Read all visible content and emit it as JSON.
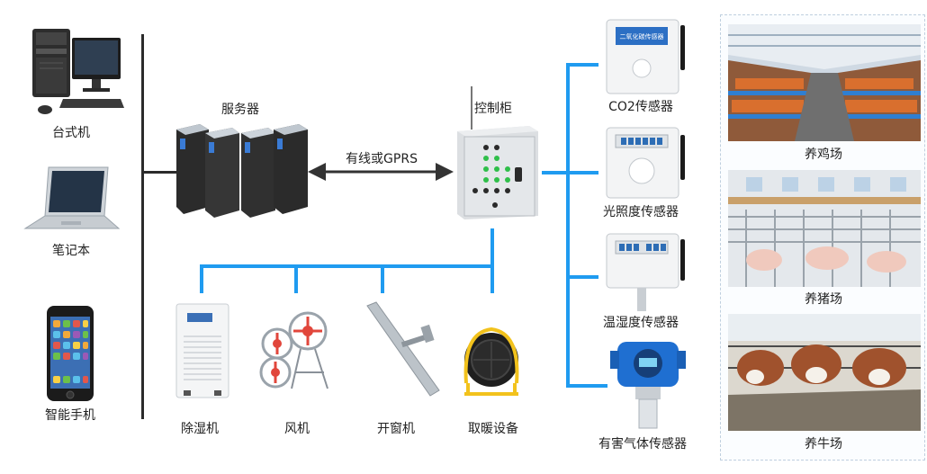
{
  "devices_left": {
    "desktop": "台式机",
    "laptop": "笔记本",
    "phone": "智能手机"
  },
  "server": "服务器",
  "link": "有线或GPRS",
  "cabinet": "控制柜",
  "actuators": {
    "dehumidifier": "除湿机",
    "fan": "风机",
    "window_opener": "开窗机",
    "heater": "取暖设备"
  },
  "sensors": {
    "co2": "CO2传感器",
    "co2_panel_text": "二氧化碳传感器",
    "light": "光照度传感器",
    "temp_humidity": "温湿度传感器",
    "gas": "有害气体传感器"
  },
  "farms": {
    "chicken": "养鸡场",
    "pig": "养猪场",
    "cattle": "养牛场"
  },
  "colors": {
    "bus_dark": "#2b2b2b",
    "bus_blue": "#1f9bf0"
  }
}
